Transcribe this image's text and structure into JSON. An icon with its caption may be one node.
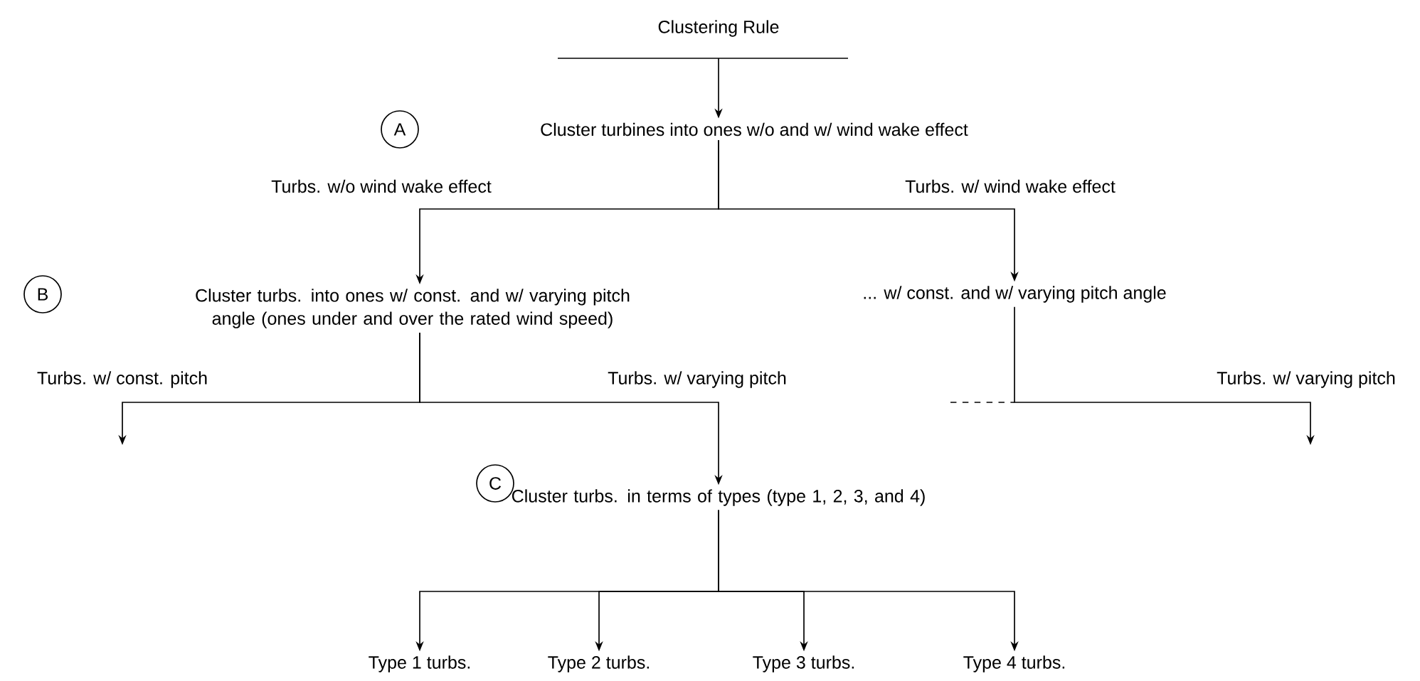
{
  "diagram": {
    "title": "Clustering Rule",
    "nodes": [
      {
        "text": [
          "A"
        ]
      },
      {
        "text": [
          "Cluster turbines into ones w/o and w/ wind wake effect"
        ]
      },
      {
        "text": [
          "B"
        ]
      },
      {
        "text": [
          "Cluster turbs. into ones w/ const. and w/ varying pitch angle (ones under and over the rated wind speed)"
        ]
      },
      {
        "text": [
          "... w/ const. and w/ varying pitch angle"
        ]
      },
      {
        "text": [
          "C"
        ]
      },
      {
        "text": [
          "Cluster turbs. in terms of types (type 1, 2, 3, and 4)"
        ]
      },
      {
        "text": [
          "Type 1 turbs."
        ]
      },
      {
        "text": [
          "Type 2 turbs."
        ]
      },
      {
        "text": [
          "Type 3 turbs."
        ]
      },
      {
        "text": [
          "Type 4 turbs."
        ]
      }
    ],
    "edges": [
      {
        "from": null,
        "to": 1,
        "arrow": "to"
      },
      {
        "from": 1,
        "to": 3,
        "arrow": "to",
        "label": "Turbs. w/o wind wake effect"
      },
      {
        "from": 1,
        "to": 4,
        "arrow": "to",
        "label": "Turbs. w/ wind wake effect"
      },
      {
        "from": 3,
        "to": null,
        "arrow": "to",
        "label": "Turbs. w/ const. pitch"
      },
      {
        "from": 3,
        "to": 6,
        "arrow": "to",
        "label": "Turbs. w/ varying pitch"
      },
      {
        "from": 4,
        "to": null,
        "arrow": "to",
        "label": "Turbs. w/ varying pitch"
      },
      {
        "from": 6,
        "to": 7,
        "arrow": "to"
      },
      {
        "from": 6,
        "to": 8,
        "arrow": "to"
      },
      {
        "from": 6,
        "to": 9,
        "arrow": "to"
      },
      {
        "from": 6,
        "to": 10,
        "arrow": "to"
      }
    ]
  }
}
